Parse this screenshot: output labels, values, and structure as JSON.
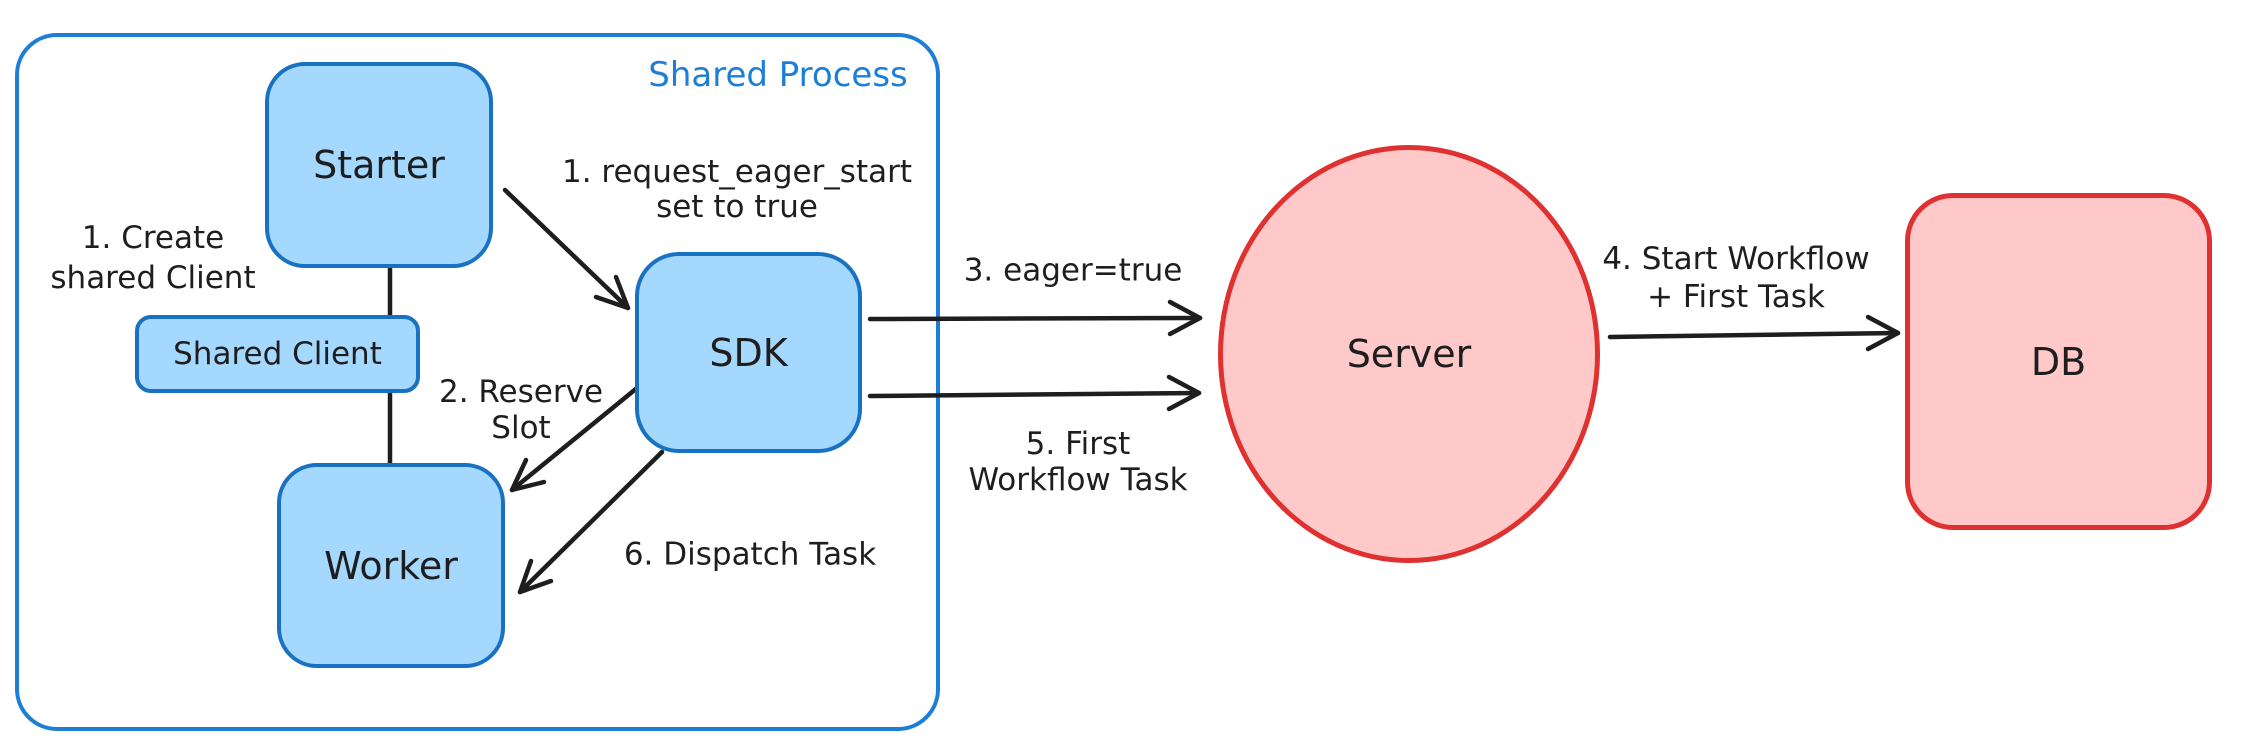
{
  "colors": {
    "ink": "#1e1e1e",
    "blue_stroke": "#1971c2",
    "blue_fill": "#a5d8ff",
    "frame_blue": "#1c7ed6",
    "red_stroke": "#e03131",
    "red_fill": "#ffc9c9",
    "background": "#ffffff"
  },
  "frame": {
    "label": "Shared Process"
  },
  "nodes": {
    "starter": {
      "label": "Starter"
    },
    "shared_client": {
      "label": "Shared Client"
    },
    "worker": {
      "label": "Worker"
    },
    "sdk": {
      "label": "SDK"
    },
    "server": {
      "label": "Server"
    },
    "db": {
      "label": "DB"
    }
  },
  "annotations": {
    "create_shared_client": {
      "line1": "1. Create",
      "line2": "shared Client"
    },
    "request_eager_start": {
      "line1": "1. request_eager_start",
      "line2": "set to true"
    },
    "reserve_slot": {
      "line1": "2. Reserve",
      "line2": "Slot"
    },
    "eager_true": {
      "line1": "3. eager=true"
    },
    "start_workflow_first_task": {
      "line1": "4. Start Workflow",
      "line2": "+ First Task"
    },
    "first_workflow_task": {
      "line1": "5. First",
      "line2": "Workflow Task"
    },
    "dispatch_task": {
      "line1": "6. Dispatch Task"
    }
  }
}
